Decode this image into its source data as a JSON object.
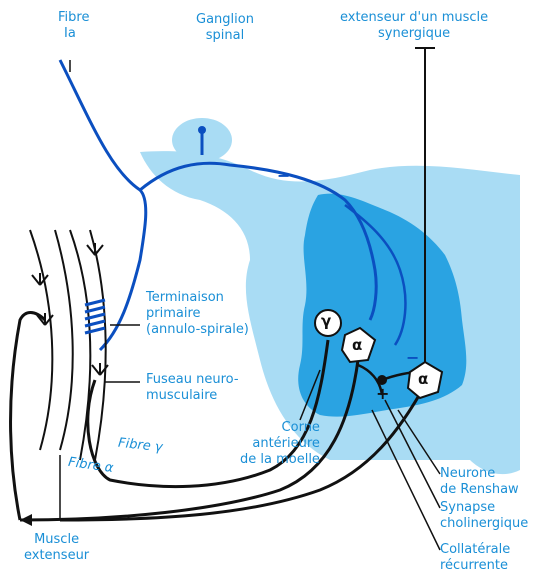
{
  "labels": {
    "fibre_ia_line1": "Fibre",
    "fibre_ia_line2": "Ia",
    "ganglion_line1": "Ganglion",
    "ganglion_line2": "spinal",
    "extenseur_line1": "extenseur d'un muscle",
    "extenseur_line2": "synergique",
    "terminaison_line1": "Terminaison",
    "terminaison_line2": "primaire",
    "terminaison_line3": "(annulo-spirale)",
    "fuseau_line1": "Fuseau neuro-",
    "fuseau_line2": "musculaire",
    "corne_line1": "Corne",
    "corne_line2": "antérieure",
    "corne_line3": "de la moelle",
    "fibre_gamma": "Fibre γ",
    "fibre_alpha": "Fibre α",
    "muscle_line1": "Muscle",
    "muscle_line2": "extenseur",
    "neurone_line1": "Neurone",
    "neurone_line2": "de Renshaw",
    "synapse_line1": "Synapse",
    "synapse_line2": "cholinergique",
    "collaterale_line1": "Collatérale",
    "collaterale_line2": "récurrente",
    "gamma_symbol": "γ",
    "alpha_symbol_1": "α",
    "alpha_symbol_2": "α",
    "minus_1": "−",
    "minus_2": "−",
    "plus": "+"
  },
  "colors": {
    "light_blue": "#a9dcf4",
    "mid_blue": "#2aa3e2",
    "dark_blue": "#0b4fc0",
    "black": "#111111",
    "label_blue": "#1a8fd6"
  }
}
